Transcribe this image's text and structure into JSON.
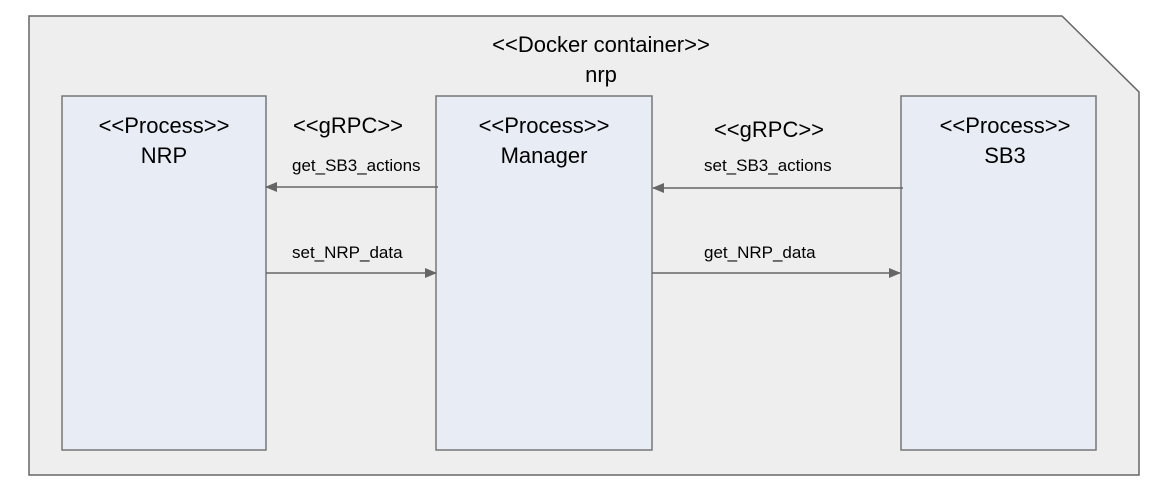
{
  "colors": {
    "container_fill": "#eeeeee",
    "container_stroke": "#666666",
    "process_fill": "#e8ecf5",
    "process_stroke": "#777777",
    "edge": "#666666"
  },
  "container": {
    "stereotype": "<<Docker container>>",
    "name": "nrp"
  },
  "processes": {
    "nrp": {
      "stereotype": "<<Process>>",
      "name": "NRP"
    },
    "manager": {
      "stereotype": "<<Process>>",
      "name": "Manager"
    },
    "sb3": {
      "stereotype": "<<Process>>",
      "name": "SB3"
    }
  },
  "links": {
    "left": {
      "protocol": "<<gRPC>>",
      "call_top": "get_SB3_actions",
      "call_bottom": "set_NRP_data"
    },
    "right": {
      "protocol": "<<gRPC>>",
      "call_top": "set_SB3_actions",
      "call_bottom": "get_NRP_data"
    }
  }
}
